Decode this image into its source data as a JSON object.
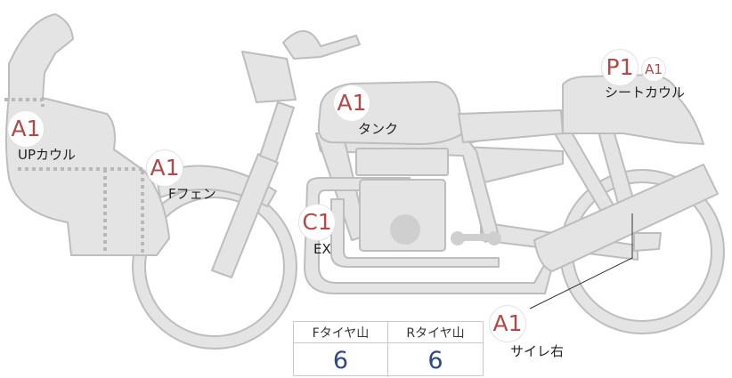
{
  "colors": {
    "part_fill": "#e4e4e4",
    "part_stroke": "#bdbdbd",
    "badge_text": "#b04a48",
    "number_text": "#2f4a7d"
  },
  "parts": [
    {
      "id": "up_cowl",
      "grade": "A1",
      "label": "UPカウル"
    },
    {
      "id": "front_fender",
      "grade": "A1",
      "label": "Fフェン"
    },
    {
      "id": "exhaust",
      "grade": "C1",
      "label": "EX"
    },
    {
      "id": "tank",
      "grade": "A1",
      "label": "タンク"
    },
    {
      "id": "seat_cowl",
      "grade": "P1",
      "grade_extra": "A1",
      "label": "シートカウル"
    },
    {
      "id": "silencer_right",
      "grade": "A1",
      "label": "サイレ右"
    }
  ],
  "tire_table": {
    "headers": [
      "Fタイヤ山",
      "Rタイヤ山"
    ],
    "values": [
      "6",
      "6"
    ]
  }
}
